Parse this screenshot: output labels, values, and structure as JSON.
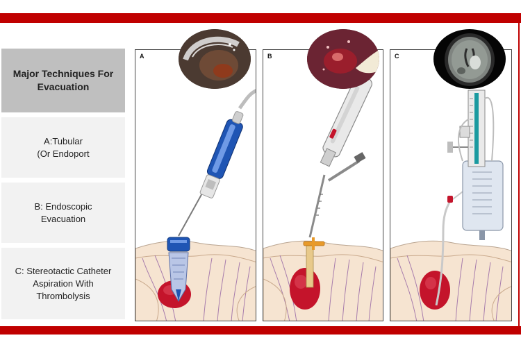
{
  "sidebar": {
    "title": "Major Techniques For Evacuation",
    "items": [
      {
        "id": "a",
        "lines": [
          "A:Tubular",
          "(Or Endoport"
        ]
      },
      {
        "id": "b",
        "lines": [
          "B: Endoscopic",
          "Evacuation"
        ]
      },
      {
        "id": "c",
        "lines": [
          "C: Stereotactic Catheter",
          "Aspiration With",
          "Thrombolysis"
        ]
      }
    ]
  },
  "panels": [
    {
      "letter": "A",
      "thumbnail_icon": "endoport-endoscope-view-icon"
    },
    {
      "letter": "B",
      "thumbnail_icon": "endoscope-clot-view-icon"
    },
    {
      "letter": "C",
      "thumbnail_icon": "ct-brain-scan-icon"
    }
  ],
  "colors": {
    "frame_red": "#c00000",
    "header_gray": "#bfbfbf",
    "cell_gray": "#f2f2f2",
    "brain_tissue": "#f6e4d1",
    "brain_vessels": "#9a6aa6",
    "hematoma": "#c4142b",
    "device_blue": "#1f55b4"
  }
}
